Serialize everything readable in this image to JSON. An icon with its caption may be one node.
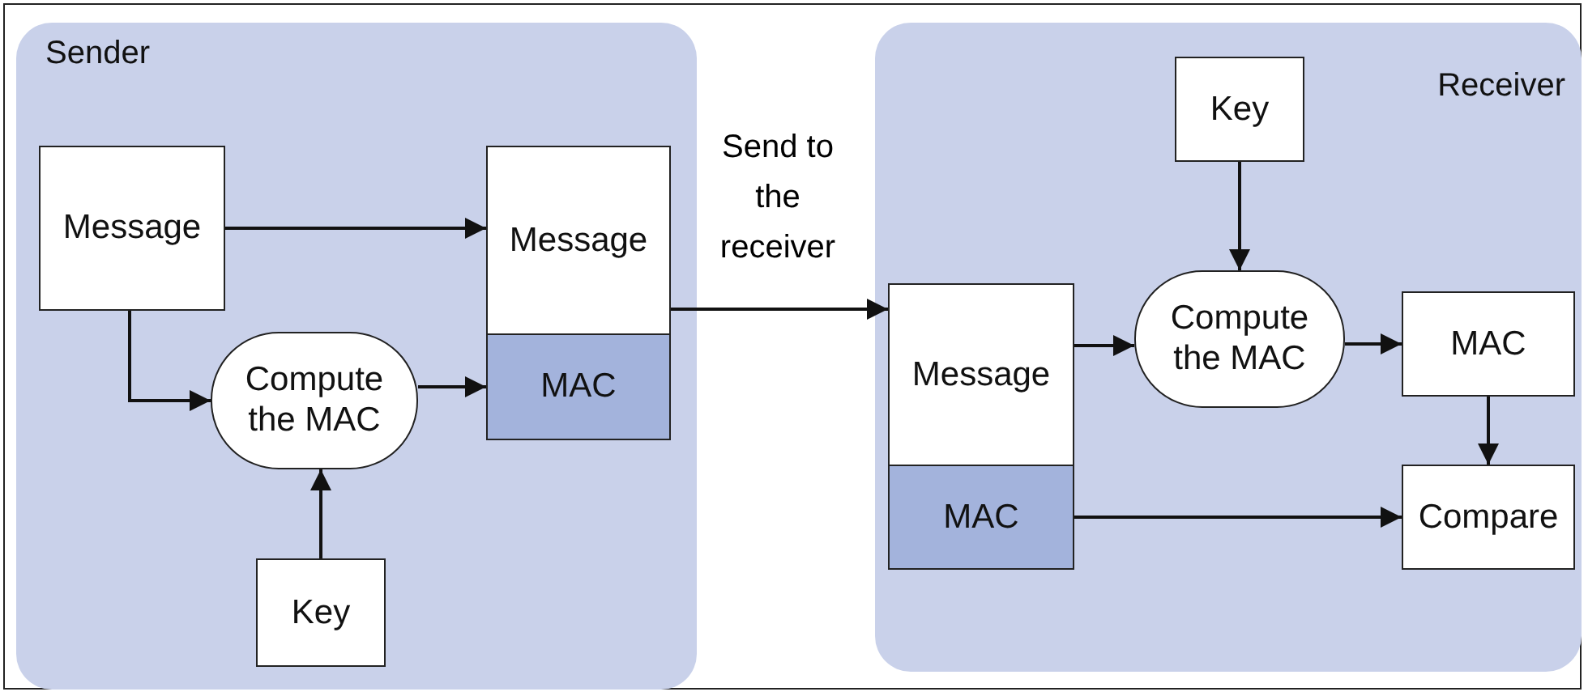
{
  "diagram": {
    "nodes": [
      {
        "text": [
          "Sender"
        ]
      },
      {
        "text": [
          "Message"
        ],
        "in": 0
      },
      {
        "text": [
          "Message"
        ],
        "in": 0
      },
      {
        "text": [
          "MAC"
        ],
        "in": 0
      },
      {
        "text": [
          "Compute the MAC"
        ],
        "in": 0
      },
      {
        "text": [
          "Key"
        ],
        "in": 0
      },
      {
        "text": [
          "Receiver"
        ]
      },
      {
        "text": [
          "Key"
        ],
        "in": 6
      },
      {
        "text": [
          "Message"
        ],
        "in": 6
      },
      {
        "text": [
          "MAC"
        ],
        "in": 6
      },
      {
        "text": [
          "Compute the MAC"
        ],
        "in": 6
      },
      {
        "text": [
          "MAC"
        ],
        "in": 6
      },
      {
        "text": [
          "Compare"
        ],
        "in": 6
      }
    ],
    "edges": [
      {
        "from": 1,
        "to": 2,
        "arrow": "to"
      },
      {
        "from": 1,
        "to": 4,
        "arrow": "to"
      },
      {
        "from": 4,
        "to": 3,
        "arrow": "to"
      },
      {
        "from": 5,
        "to": 4,
        "arrow": "to"
      },
      {
        "from": 2,
        "to": 8,
        "arrow": "to",
        "label": "Send to the receiver"
      },
      {
        "from": 8,
        "to": 10,
        "arrow": "to"
      },
      {
        "from": 7,
        "to": 10,
        "arrow": "to"
      },
      {
        "from": 10,
        "to": 11,
        "arrow": "to"
      },
      {
        "from": 11,
        "to": 12,
        "arrow": "to"
      },
      {
        "from": 9,
        "to": 12,
        "arrow": "to"
      }
    ]
  }
}
